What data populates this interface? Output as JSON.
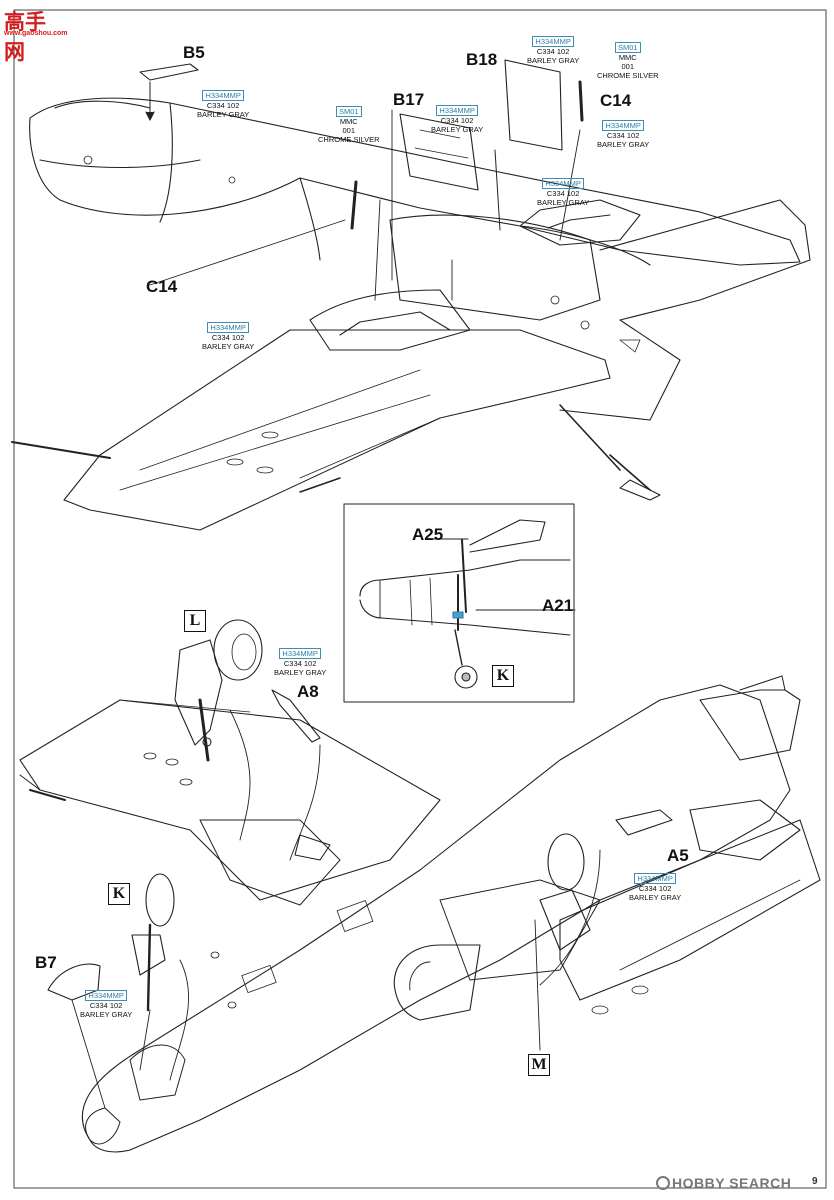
{
  "watermark_top": {
    "cn": "高手网",
    "url": "www.gaoshou.com"
  },
  "watermark_bottom": "HOBBY SEARCH",
  "page_number": "9",
  "labels": {
    "B5": "B5",
    "B17": "B17",
    "B18": "B18",
    "C14_right": "C14",
    "C14_left": "C14",
    "A25": "A25",
    "A21": "A21",
    "A8": "A8",
    "A5": "A5",
    "B7": "B7"
  },
  "boxed_labels": {
    "L": "L",
    "K_inset": "K",
    "K_left": "K",
    "M": "M"
  },
  "paint_callouts": [
    {
      "id": "b5",
      "code": "H334MMP",
      "num": "C334 102",
      "name": "BARLEY GRAY"
    },
    {
      "id": "b17_chrome",
      "code": "SM01",
      "mmc": "MMC",
      "num": "001",
      "name": "CHROME SILVER"
    },
    {
      "id": "b17_gray",
      "code": "H334MMP",
      "num": "C334 102",
      "name": "BARLEY GRAY"
    },
    {
      "id": "b18",
      "code": "H334MMP",
      "num": "C334 102",
      "name": "BARLEY GRAY"
    },
    {
      "id": "c14_chrome",
      "code": "SM01",
      "mmc": "MMC",
      "num": "001",
      "name": "CHROME SILVER"
    },
    {
      "id": "c14_gray",
      "code": "H334MMP",
      "num": "C334 102",
      "name": "BARLEY GRAY"
    },
    {
      "id": "cockpit",
      "code": "H334MMP",
      "num": "C334 102",
      "name": "BARLEY GRAY"
    },
    {
      "id": "wheelwell",
      "code": "H334MMP",
      "num": "C334 102",
      "name": "BARLEY GRAY"
    },
    {
      "id": "l_gear",
      "code": "H334MMP",
      "num": "C334 102",
      "name": "BARLEY GRAY"
    },
    {
      "id": "a5",
      "code": "H334MMP",
      "num": "C334 102",
      "name": "BARLEY GRAY"
    },
    {
      "id": "b7",
      "code": "H334MMP",
      "num": "C334 102",
      "name": "BARLEY GRAY"
    }
  ]
}
